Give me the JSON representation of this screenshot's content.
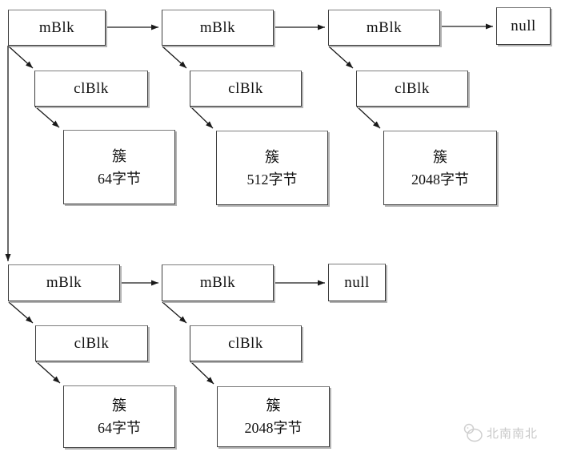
{
  "diagram": {
    "nodes": {
      "mblk_r1c1": {
        "label": "mBlk"
      },
      "mblk_r1c2": {
        "label": "mBlk"
      },
      "mblk_r1c3": {
        "label": "mBlk"
      },
      "null_r1": {
        "label": "null"
      },
      "clblk_r1c1": {
        "label": "clBlk"
      },
      "clblk_r1c2": {
        "label": "clBlk"
      },
      "clblk_r1c3": {
        "label": "clBlk"
      },
      "cluster_r1c1": {
        "line1": "簇",
        "line2": "64字节"
      },
      "cluster_r1c2": {
        "line1": "簇",
        "line2": "512字节"
      },
      "cluster_r1c3": {
        "line1": "簇",
        "line2": "2048字节"
      },
      "mblk_r2c1": {
        "label": "mBlk"
      },
      "mblk_r2c2": {
        "label": "mBlk"
      },
      "null_r2": {
        "label": "null"
      },
      "clblk_r2c1": {
        "label": "clBlk"
      },
      "clblk_r2c2": {
        "label": "clBlk"
      },
      "cluster_r2c1": {
        "line1": "簇",
        "line2": "64字节"
      },
      "cluster_r2c2": {
        "line1": "簇",
        "line2": "2048字节"
      }
    },
    "watermark": {
      "label": "北南南北"
    },
    "colors": {
      "background": "#ffffff",
      "line": "#1a1a1a",
      "box_border": "#3c3c3c",
      "box_shadow": "#b4b4b4",
      "text": "#111111",
      "watermark": "#c9c9c9"
    }
  }
}
